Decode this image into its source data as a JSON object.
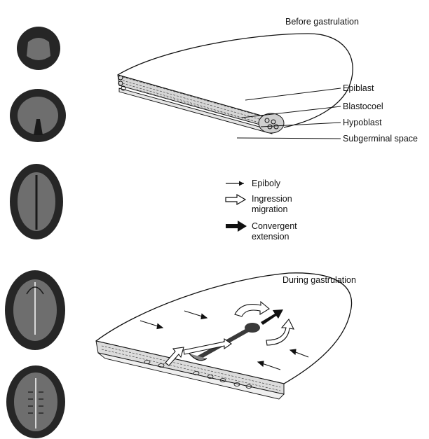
{
  "titles": {
    "before": "Before gastrulation",
    "during": "During gastrulation"
  },
  "layer_labels": {
    "epiblast": "Epiblast",
    "blastocoel": "Blastocoel",
    "hypoblast": "Hypoblast",
    "subgerminal": "Subgerminal space"
  },
  "legend": [
    {
      "icon": "thin-arrow-icon",
      "lines": [
        "Epiboly"
      ]
    },
    {
      "icon": "hollow-arrow-icon",
      "lines": [
        "Ingression",
        "migration"
      ]
    },
    {
      "icon": "bold-arrow-icon",
      "lines": [
        "Convergent",
        "extension"
      ]
    }
  ],
  "colors": {
    "embryo_dark": "#262626",
    "embryo_mid": "#6e6e6e",
    "line": "#111111"
  }
}
